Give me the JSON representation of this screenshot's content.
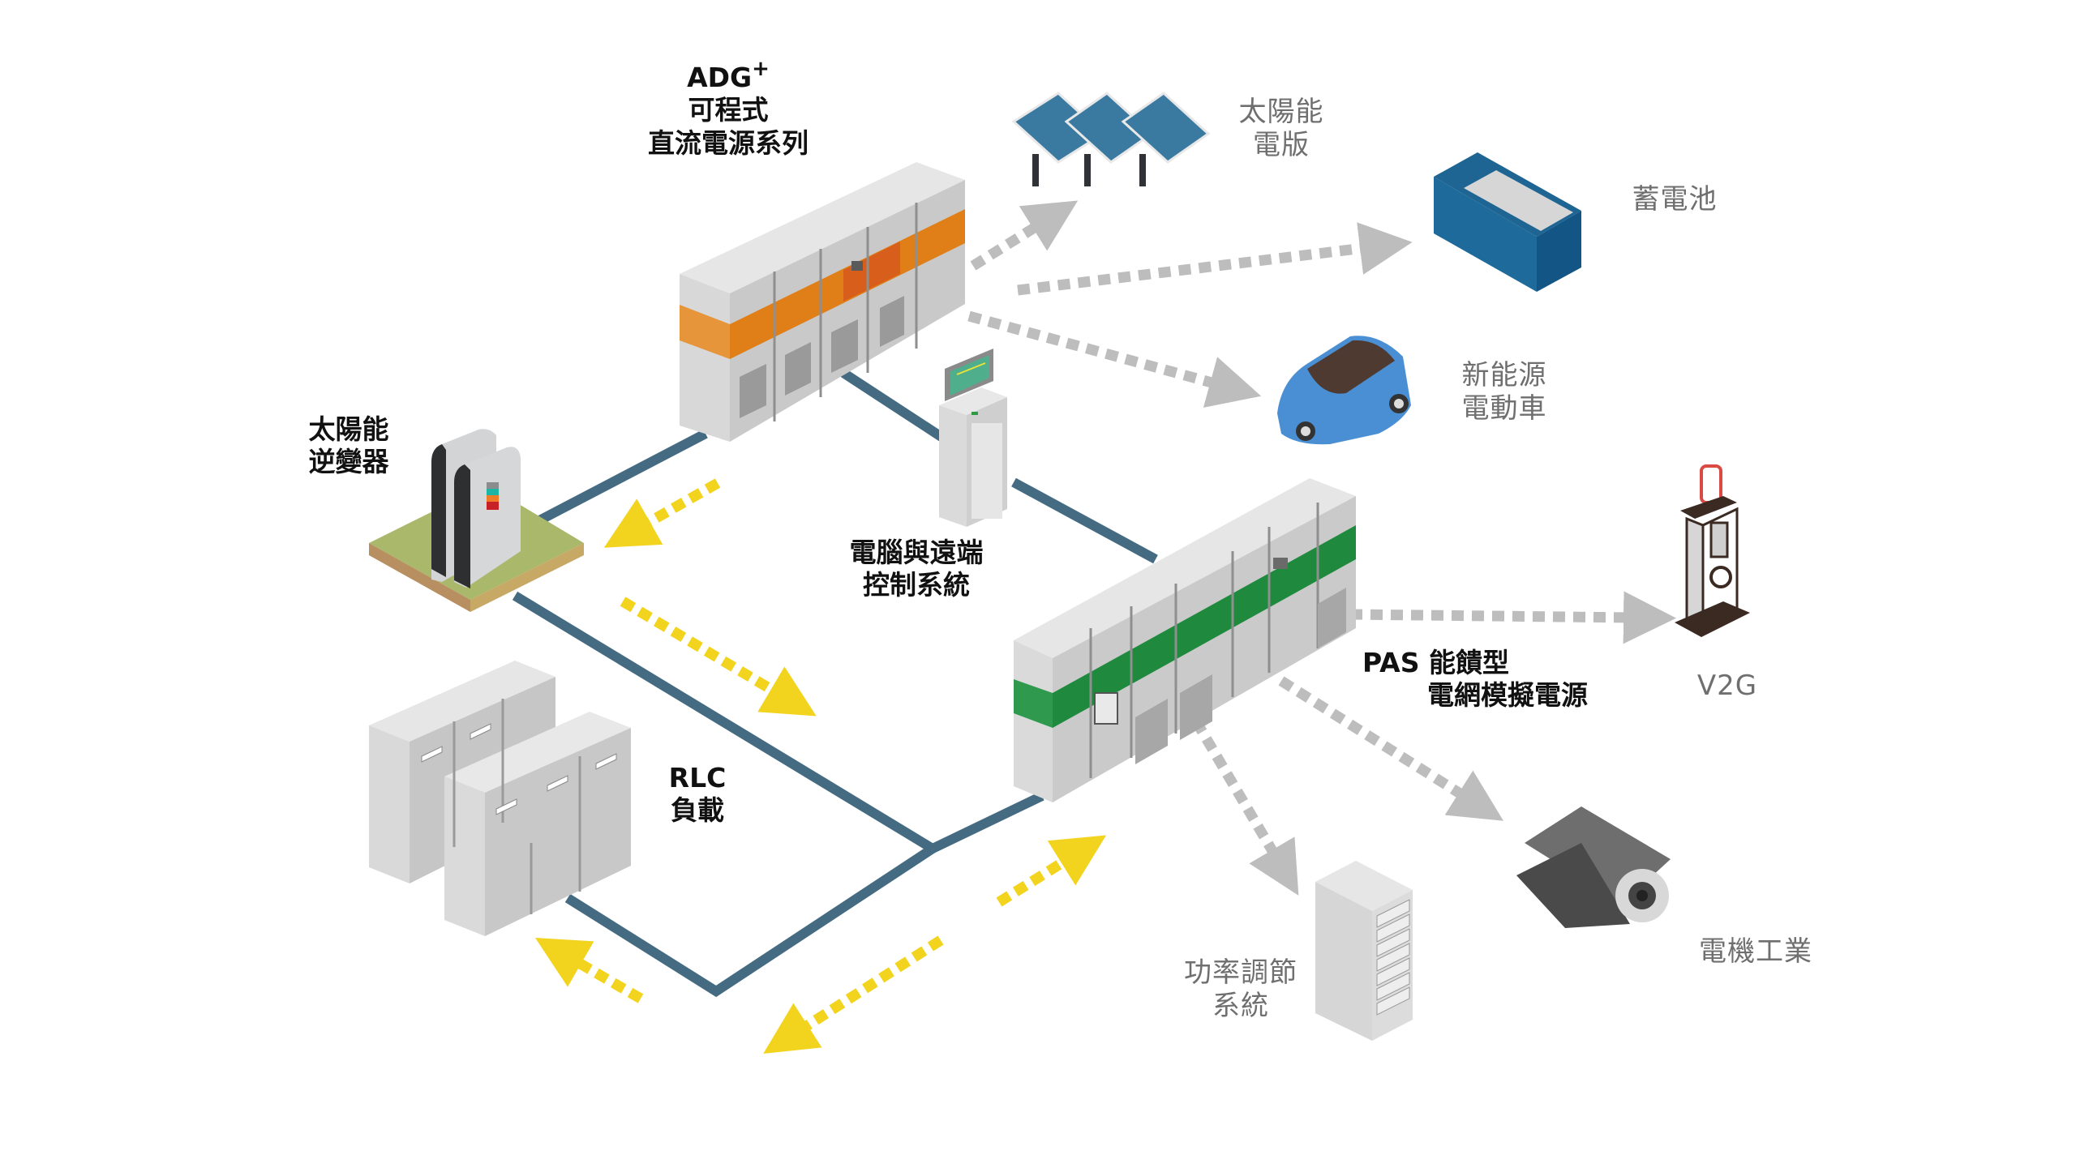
{
  "colors": {
    "cable": "#456b83",
    "flow_yellow": "#f2d41f",
    "flow_grey": "#bdbdbd",
    "adg_band": "#e07f17",
    "pas_band": "#1f8a3e",
    "cabinet": "#d4d4d4",
    "label_dark": "#111111",
    "label_light": "#6f6f6f"
  },
  "labels": {
    "adg": {
      "title": "ADG",
      "superscript": "+",
      "line2": "可程式",
      "line3": "直流電源系列"
    },
    "solar_panel": {
      "line1": "太陽能",
      "line2": "電版"
    },
    "battery": {
      "line1": "蓄電池"
    },
    "ev": {
      "line1": "新能源",
      "line2": "電動車"
    },
    "inverter": {
      "line1": "太陽能",
      "line2": "逆變器"
    },
    "control": {
      "line1": "電腦與遠端",
      "line2": "控制系統"
    },
    "pas": {
      "line1": "PAS 能饋型",
      "line2": "電網模擬電源"
    },
    "v2g": {
      "line1": "V2G"
    },
    "rlc": {
      "line1": "RLC",
      "line2": "負載"
    },
    "motor": {
      "line1": "電機工業"
    },
    "pcs": {
      "line1": "功率調節",
      "line2": "系統"
    }
  },
  "nodes": [
    {
      "id": "adg",
      "name": "ADG+ 可程式直流電源系列",
      "icon": "orange-band-cabinet-row"
    },
    {
      "id": "solar_panel",
      "name": "太陽能電版",
      "icon": "solar-panel-array"
    },
    {
      "id": "battery",
      "name": "蓄電池",
      "icon": "battery-container"
    },
    {
      "id": "ev",
      "name": "新能源電動車",
      "icon": "electric-car"
    },
    {
      "id": "inverter",
      "name": "太陽能逆變器",
      "icon": "solar-inverter"
    },
    {
      "id": "control",
      "name": "電腦與遠端控制系統",
      "icon": "control-kiosk"
    },
    {
      "id": "pas",
      "name": "PAS 能饋型電網模擬電源",
      "icon": "green-band-cabinet-row"
    },
    {
      "id": "v2g",
      "name": "V2G",
      "icon": "charging-station"
    },
    {
      "id": "rlc",
      "name": "RLC 負載",
      "icon": "load-cabinets"
    },
    {
      "id": "motor",
      "name": "電機工業",
      "icon": "electric-motor"
    },
    {
      "id": "pcs",
      "name": "功率調節系統",
      "icon": "server-rack"
    }
  ],
  "edges": [
    {
      "from": "adg",
      "to": "solar_panel",
      "style": "grey-dotted-arrow"
    },
    {
      "from": "adg",
      "to": "battery",
      "style": "grey-dotted-arrow"
    },
    {
      "from": "adg",
      "to": "ev",
      "style": "grey-dotted-arrow"
    },
    {
      "from": "pas",
      "to": "v2g",
      "style": "grey-dotted-arrow"
    },
    {
      "from": "pas",
      "to": "motor",
      "style": "grey-dotted-arrow"
    },
    {
      "from": "pas",
      "to": "pcs",
      "style": "grey-dotted-arrow"
    },
    {
      "from": "adg",
      "to": "inverter",
      "style": "yellow-dotted-arrow"
    },
    {
      "from": "inverter",
      "to": "pas",
      "style": "yellow-dotted-arrow"
    },
    {
      "from": "pas",
      "to": "rlc",
      "style": "yellow-dotted-arrow"
    },
    {
      "from": "rlc",
      "to": "pas",
      "style": "yellow-dotted-arrow"
    },
    {
      "from": "adg",
      "to": "control",
      "style": "solid-cable"
    },
    {
      "from": "control",
      "to": "pas",
      "style": "solid-cable"
    },
    {
      "from": "adg",
      "to": "inverter",
      "style": "solid-cable"
    },
    {
      "from": "inverter",
      "to": "junction",
      "style": "solid-cable"
    },
    {
      "from": "rlc",
      "to": "junction",
      "style": "solid-cable"
    },
    {
      "from": "junction",
      "to": "pas",
      "style": "solid-cable"
    }
  ]
}
